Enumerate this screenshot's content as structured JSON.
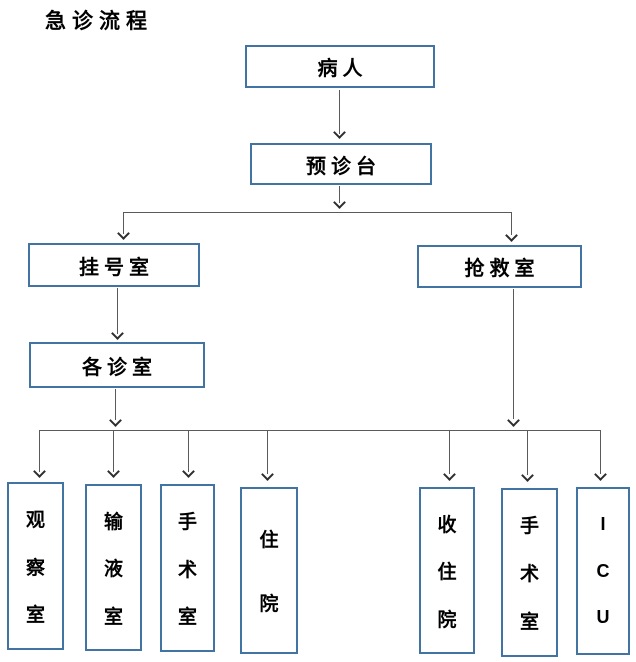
{
  "title": "急诊流程",
  "colors": {
    "box_border": "#4173a3",
    "line": "#5a5a5a",
    "arrow": "#2e2e2e",
    "text": "#000000"
  },
  "nodes": {
    "patient": {
      "label": "病人"
    },
    "triage": {
      "label": "预诊台"
    },
    "registration": {
      "label": "挂号室"
    },
    "rescue": {
      "label": "抢救室"
    },
    "clinics": {
      "label": "各诊室"
    },
    "observation": {
      "label": "观察室"
    },
    "infusion": {
      "label": "输液室"
    },
    "surgery_left": {
      "label": "手术室"
    },
    "hospitalization": {
      "label": "住院"
    },
    "admission": {
      "label": "收住院"
    },
    "surgery_right": {
      "label": "手术室"
    },
    "icu": {
      "label": "ICU"
    }
  },
  "edges": [
    "patient -> triage",
    "triage -> registration",
    "triage -> rescue",
    "registration -> clinics",
    "clinics -> observation",
    "clinics -> infusion",
    "clinics -> surgery_left",
    "clinics -> hospitalization",
    "rescue -> admission",
    "rescue -> surgery_right",
    "rescue -> icu"
  ]
}
